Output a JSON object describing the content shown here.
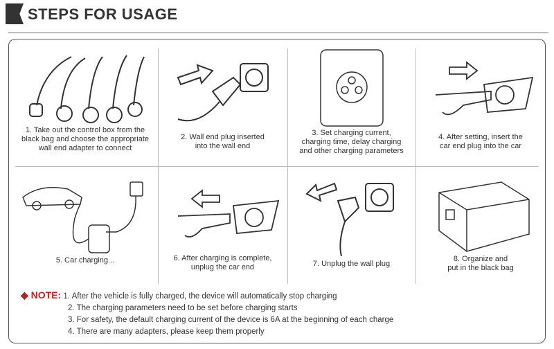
{
  "header": {
    "title": "STEPS FOR  USAGE"
  },
  "steps": [
    {
      "caption": "1. Take out the control box from the\nblack bag and choose the appropriate\nwall end adapter to connect",
      "icon": "adapters-icon"
    },
    {
      "caption": "2. Wall end plug inserted\ninto the wall end",
      "icon": "plug-insert-icon"
    },
    {
      "caption": "3. Set charging current,\ncharging time, delay charging\nand other charging parameters",
      "icon": "control-box-icon"
    },
    {
      "caption": "4. After setting, insert the\ncar end plug into the car",
      "icon": "car-plug-insert-icon"
    },
    {
      "caption": "5. Car charging...",
      "icon": "car-charging-icon"
    },
    {
      "caption": "6. After charging is complete,\nunplug the car end",
      "icon": "car-plug-remove-icon"
    },
    {
      "caption": "7. Unplug the wall plug",
      "icon": "plug-remove-icon"
    },
    {
      "caption": "8. Organize and\nput in the black bag",
      "icon": "bag-icon"
    }
  ],
  "notes": {
    "label": "NOTE:",
    "items": [
      "1. After the vehicle is fully charged, the device will automatically stop charging",
      "2. The charging parameters need to be set before charging starts",
      "3. For safety, the default charging current of the device is 6A at the beginning of each charge",
      "4. There are many adapters, please keep them properly"
    ]
  },
  "colors": {
    "accent": "#b2262b",
    "text": "#333333"
  }
}
